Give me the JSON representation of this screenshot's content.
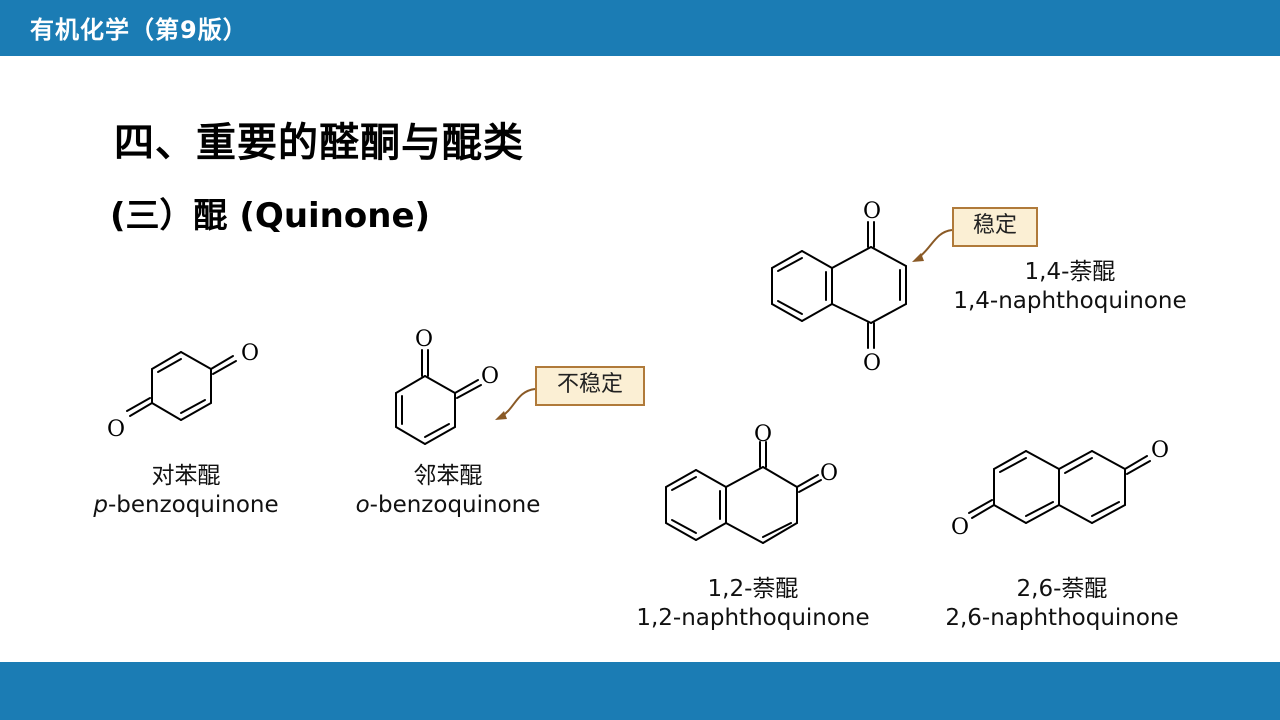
{
  "header": {
    "course_title": "有机化学（第9版）"
  },
  "section_title": "四、重要的醛酮与醌类",
  "subsection_title": "(三）醌 (Quinone)",
  "atom_symbol": "O",
  "compounds": [
    {
      "cn": "对苯醌",
      "prefix": "p",
      "en": "-benzoquinone"
    },
    {
      "cn": "邻苯醌",
      "prefix": "o",
      "en": "-benzoquinone"
    },
    {
      "cn": "1,4-萘醌",
      "en": "1,4-naphthoquinone"
    },
    {
      "cn": "1,2-萘醌",
      "en": "1,2-naphthoquinone"
    },
    {
      "cn": "2,6-萘醌",
      "en": "2,6-naphthoquinone"
    }
  ],
  "callouts": {
    "stable": "稳定",
    "unstable": "不稳定"
  },
  "colors": {
    "bar": "#1b7cb4",
    "callout_fill": "#fbefd4",
    "callout_border": "#b07a3a",
    "arrow": "#8a5a26"
  }
}
